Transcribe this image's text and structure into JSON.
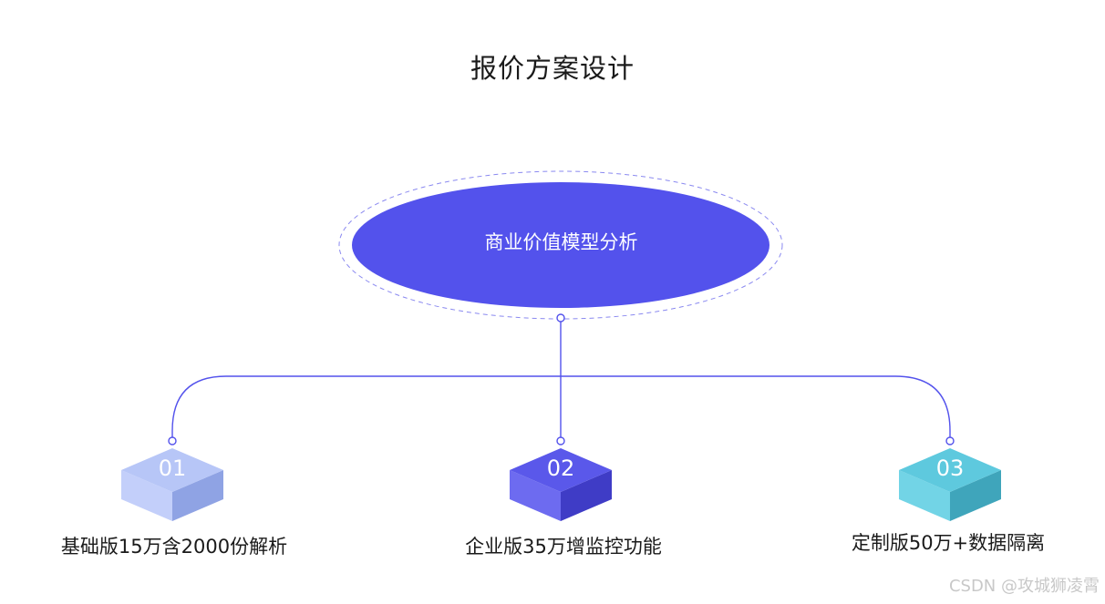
{
  "title": "报价方案设计",
  "center": {
    "label": "商业价值模型分析"
  },
  "nodes": [
    {
      "number": "01",
      "label": "基础版15万含2000份解析",
      "color_top": "#b7c6f7",
      "color_left": "#c3cffa",
      "color_right": "#8fa3e4"
    },
    {
      "number": "02",
      "label": "企业版35万增监控功能",
      "color_top": "#5a58ea",
      "color_left": "#6d6bf0",
      "color_right": "#3f3cc6"
    },
    {
      "number": "03",
      "label": "定制版50万+数据隔离",
      "color_top": "#5ec9de",
      "color_left": "#72d4e6",
      "color_right": "#3fa5bb"
    }
  ],
  "colors": {
    "ellipse": "#5352ec",
    "connector": "#5352ec",
    "dashed_ring": "#8a89f0"
  },
  "watermark": "CSDN @攻城狮凌霄"
}
